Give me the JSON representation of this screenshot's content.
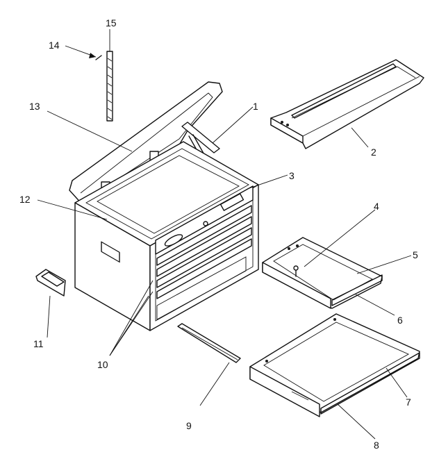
{
  "diagram": {
    "callouts": [
      {
        "id": "c1",
        "label": "1"
      },
      {
        "id": "c2",
        "label": "2"
      },
      {
        "id": "c3",
        "label": "3"
      },
      {
        "id": "c4",
        "label": "4"
      },
      {
        "id": "c5",
        "label": "5"
      },
      {
        "id": "c6",
        "label": "6"
      },
      {
        "id": "c7",
        "label": "7"
      },
      {
        "id": "c8",
        "label": "8"
      },
      {
        "id": "c9",
        "label": "9"
      },
      {
        "id": "c10",
        "label": "10"
      },
      {
        "id": "c11",
        "label": "11"
      },
      {
        "id": "c12",
        "label": "12"
      },
      {
        "id": "c13",
        "label": "13"
      },
      {
        "id": "c14",
        "label": "14"
      },
      {
        "id": "c15",
        "label": "15"
      }
    ],
    "colors": {
      "ink": "#111111",
      "paper": "#ffffff"
    }
  }
}
